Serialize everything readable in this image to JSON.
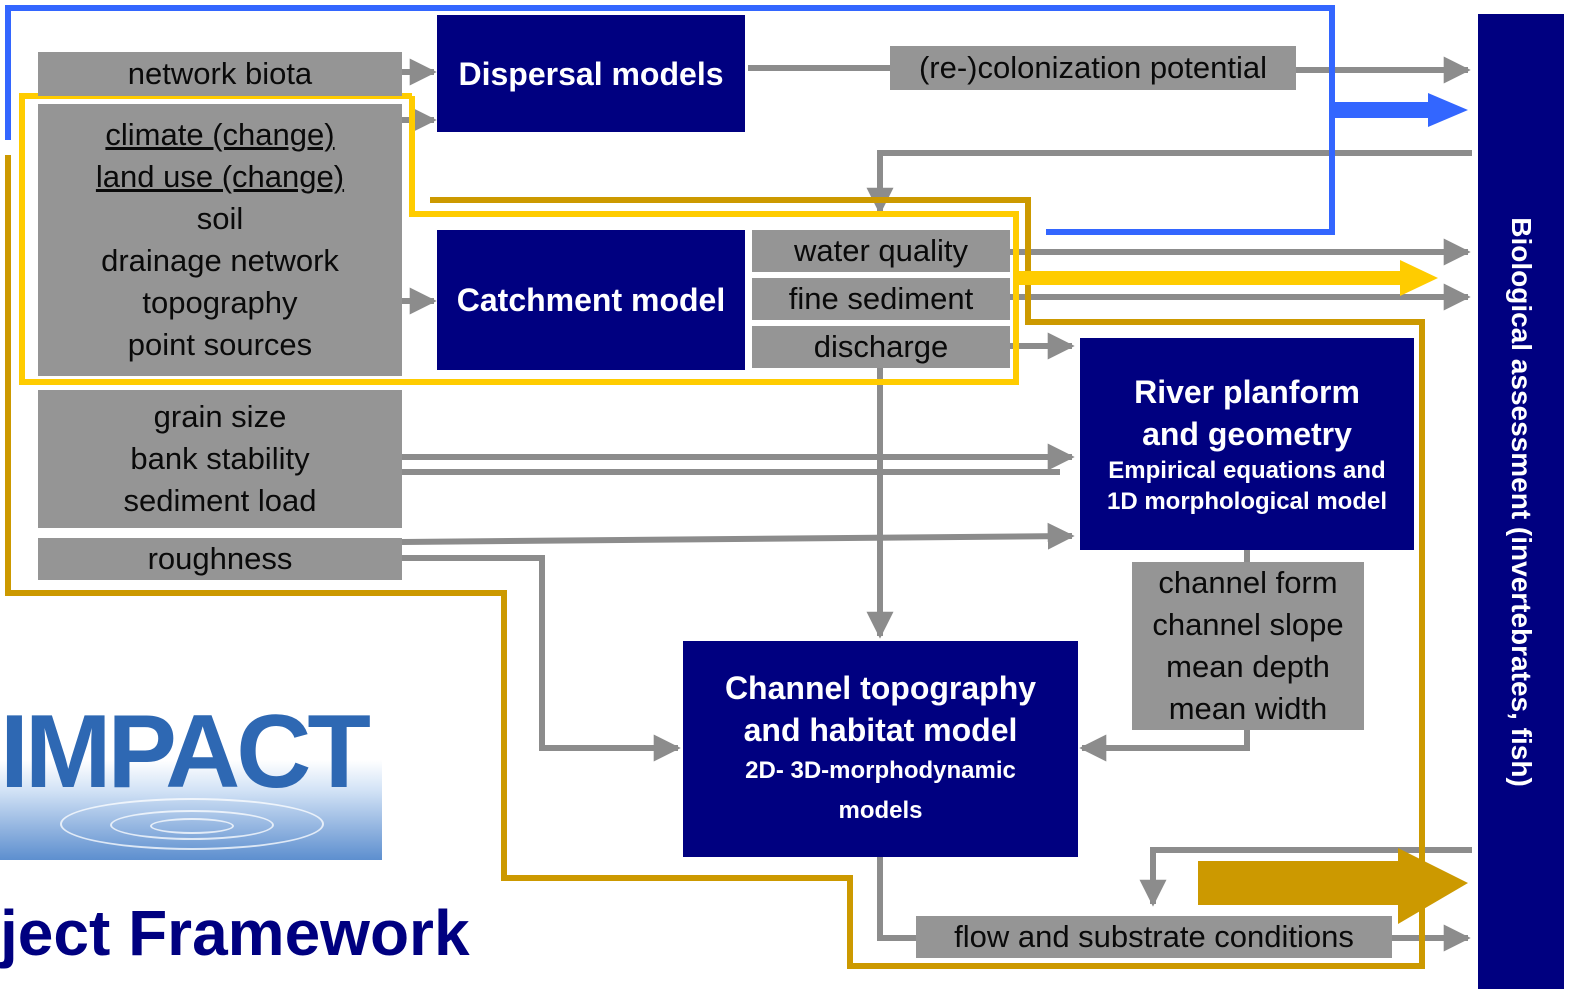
{
  "inputs": {
    "network_biota": "network biota",
    "catchment_inputs": [
      "climate (change)",
      "land use (change)",
      "soil",
      "drainage network",
      "topography",
      "point sources"
    ],
    "morphology_inputs": [
      "grain size",
      "bank stability",
      "sediment load"
    ],
    "roughness": "roughness"
  },
  "models": {
    "dispersal": "Dispersal models",
    "catchment": "Catchment model",
    "river_planform": {
      "title": [
        "River planform",
        "and geometry"
      ],
      "subtitle": [
        "Empirical equations and",
        "1D morphological model"
      ]
    },
    "channel_topography": {
      "title": [
        "Channel topography",
        "and habitat model"
      ],
      "subtitle": [
        "2D- 3D-morphodynamic",
        "models"
      ]
    }
  },
  "outputs": {
    "recolonization": "(re-)colonization potential",
    "water_quality": "water quality",
    "fine_sediment": "fine sediment",
    "discharge": "discharge",
    "channel_properties": [
      "channel form",
      "channel slope",
      "mean depth",
      "mean width"
    ],
    "flow_substrate": "flow and substrate conditions"
  },
  "assessment": "Biological assessment (invertebrates, fish)",
  "logo_text": "IMPACT",
  "framework_title": "ject Framework",
  "colors": {
    "navy": "#000080",
    "box_gray": "#959595",
    "arrow_gray": "#8c8c8c",
    "blue_path": "#3366ff",
    "yellow_path": "#ffcc00",
    "gold_path": "#cc9900"
  }
}
